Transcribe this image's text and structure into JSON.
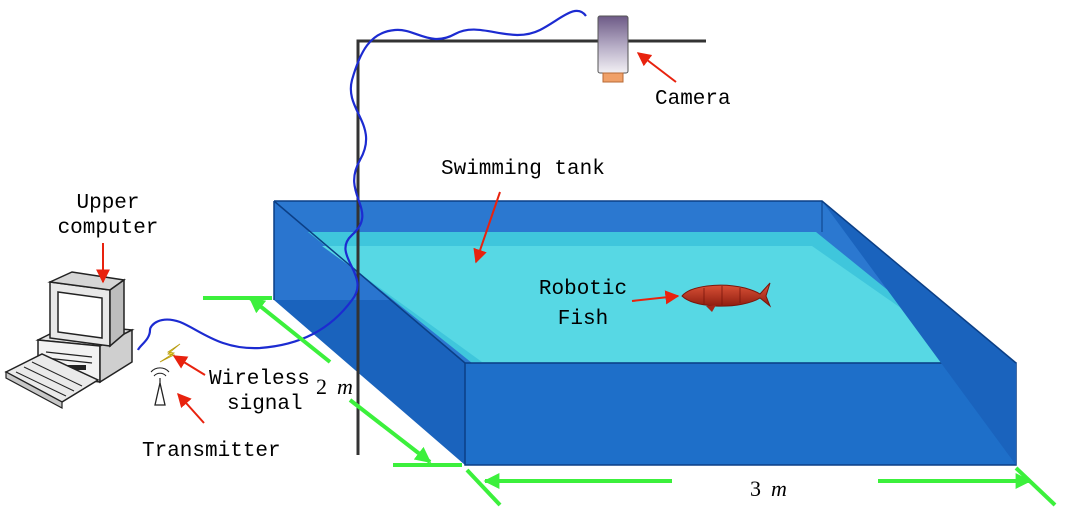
{
  "labels": {
    "upper_computer_line1": "Upper",
    "upper_computer_line2": "computer",
    "camera": "Camera",
    "swimming_tank": "Swimming tank",
    "robotic_fish_line1": "Robotic",
    "robotic_fish_line2": "Fish",
    "wireless_signal_line1": "Wireless",
    "wireless_signal_line2": "signal",
    "transmitter": "Transmitter",
    "width_value": "2",
    "width_unit": "m",
    "length_value": "3",
    "length_unit": "m"
  },
  "colors": {
    "tank_front": "#1e6fc9",
    "tank_top_rim": "#2b78d0",
    "water": "#57d8e4",
    "water_edge": "#3fc6dc",
    "cable": "#1c2bd1",
    "frame": "#333333",
    "arrow_red": "#e8220e",
    "dimension_green": "#3cf03c",
    "fish": "#c0301e"
  },
  "icons": [
    "computer-icon",
    "keyboard-icon",
    "camera-icon",
    "transmitter-icon",
    "lightning-icon",
    "fish-icon"
  ]
}
